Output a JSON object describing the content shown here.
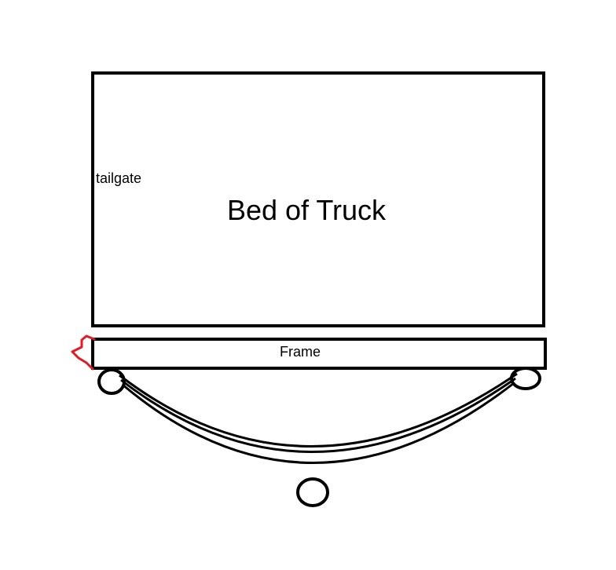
{
  "labels": {
    "bed": "Bed of Truck",
    "tailgate": "tailgate",
    "frame": "Frame"
  },
  "colors": {
    "stroke": "#000000",
    "background": "#ffffff",
    "hook": "#e01b24"
  }
}
